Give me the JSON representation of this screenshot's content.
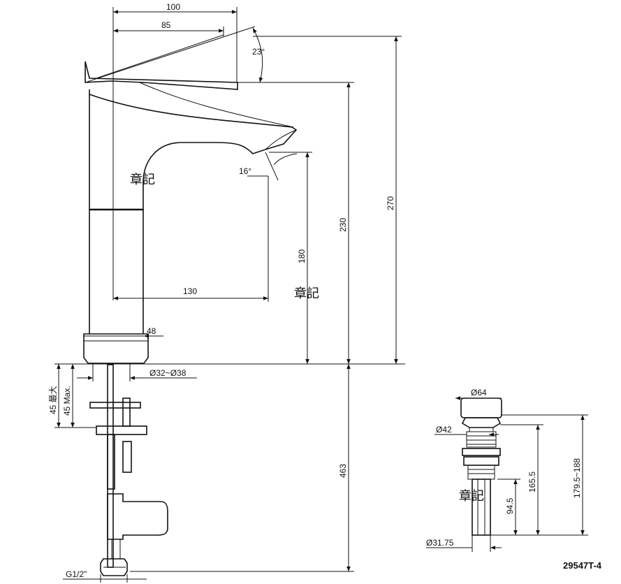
{
  "drawing": {
    "model_code": "29547T-4",
    "watermark": "章記",
    "faucet": {
      "dim_100": "100",
      "dim_85": "85",
      "angle_23": "23°",
      "angle_16": "16°",
      "dim_270": "270",
      "dim_230": "230",
      "dim_180": "180",
      "dim_130": "130",
      "dim_48": "48",
      "hole_diameter": "Ø32~Ø38",
      "max_thickness_cn": "45 最大",
      "max_thickness_en": "45 Max.",
      "dim_463": "463",
      "thread": "G1/2\""
    },
    "drain": {
      "dim_64": "Ø64",
      "dim_42": "Ø42",
      "dim_31_75": "Ø31.75",
      "dim_94_5": "94.5",
      "dim_165_5": "165.5",
      "dim_179_5_188": "179.5~188"
    }
  }
}
